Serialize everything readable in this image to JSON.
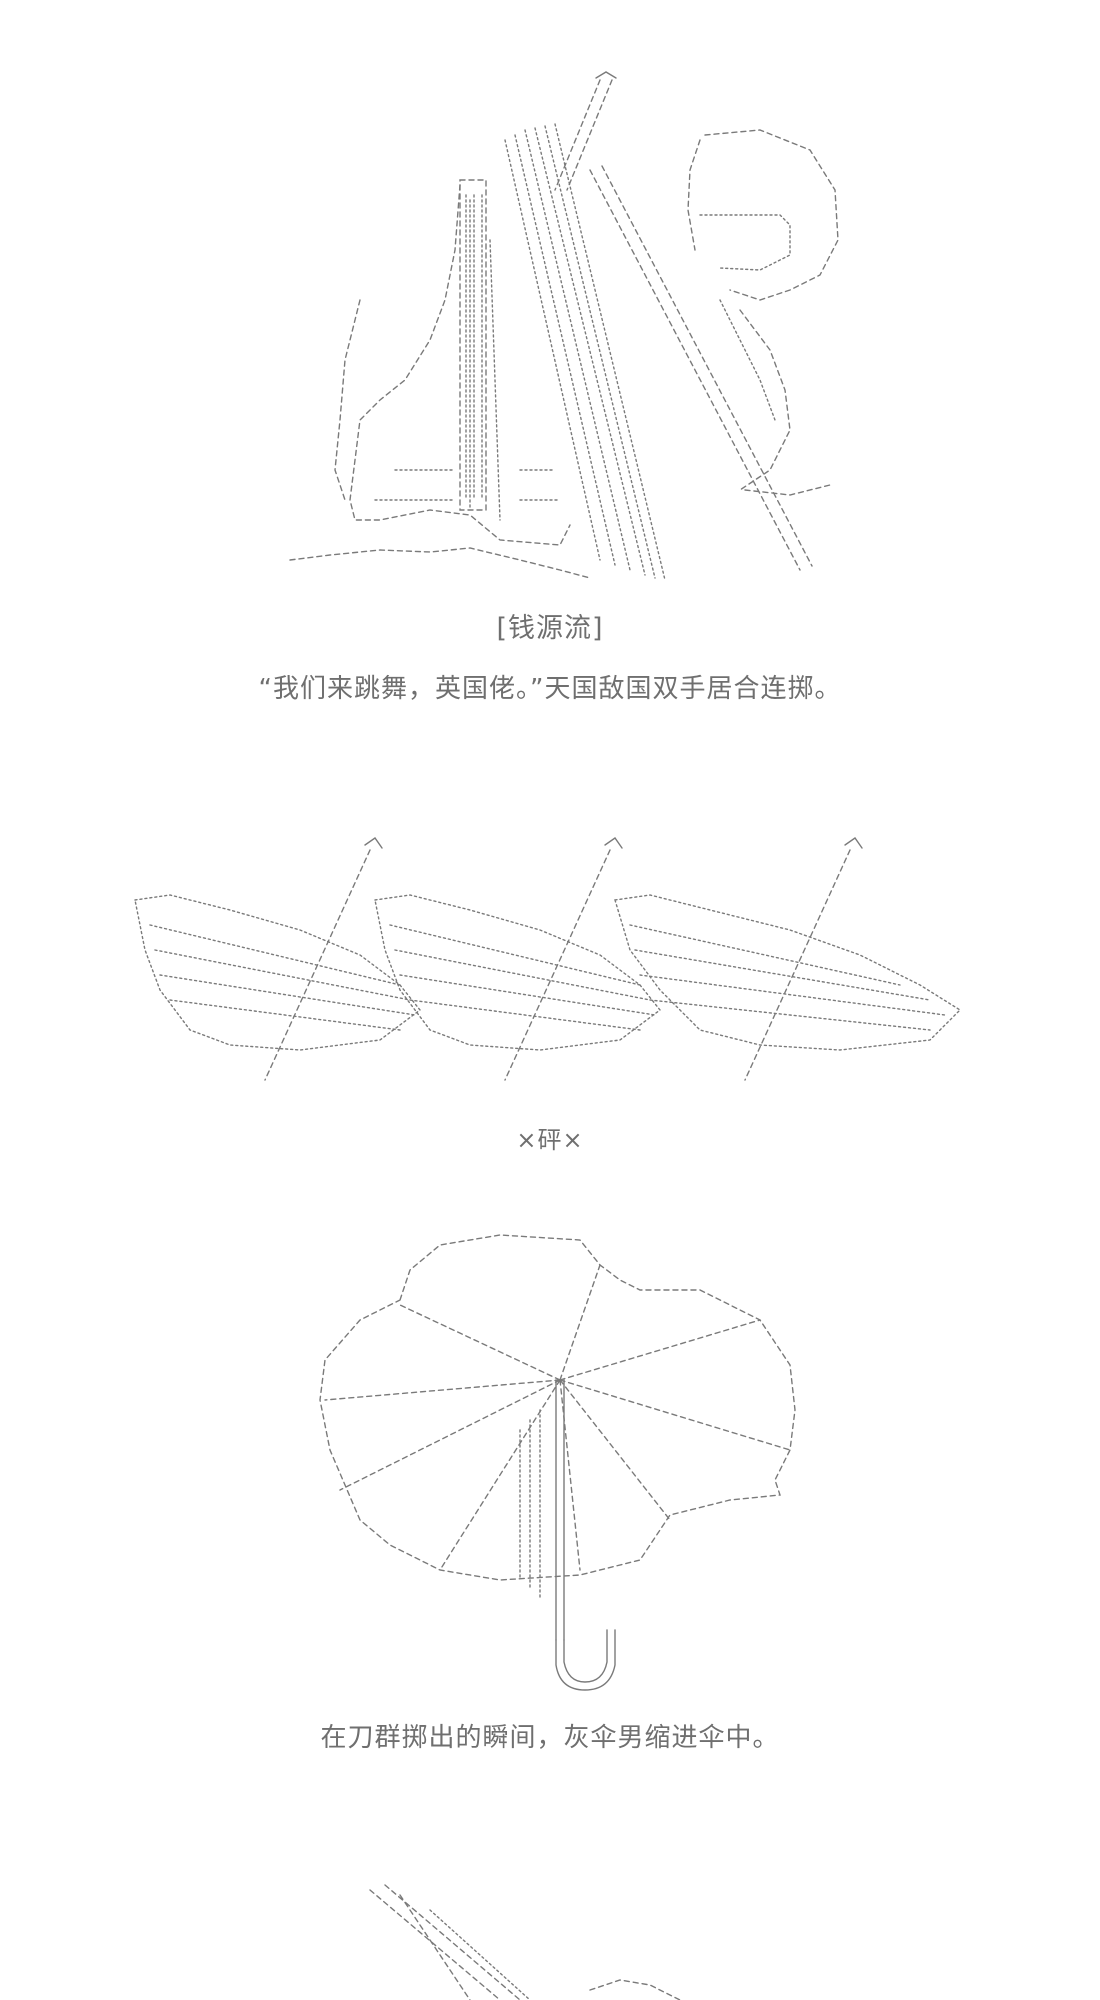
{
  "captions": {
    "name_tag": "[钱源流]",
    "dialogue": "“我们来跳舞，英国佬。”天国敌国双手居合连掷。",
    "sound_effect": "×砰×",
    "narration": "在刀群掷出的瞬间，灰伞男缩进伞中。"
  },
  "colors": {
    "ink": "#7a7a7a",
    "text": "#6f6f6f",
    "background": "#ffffff"
  }
}
